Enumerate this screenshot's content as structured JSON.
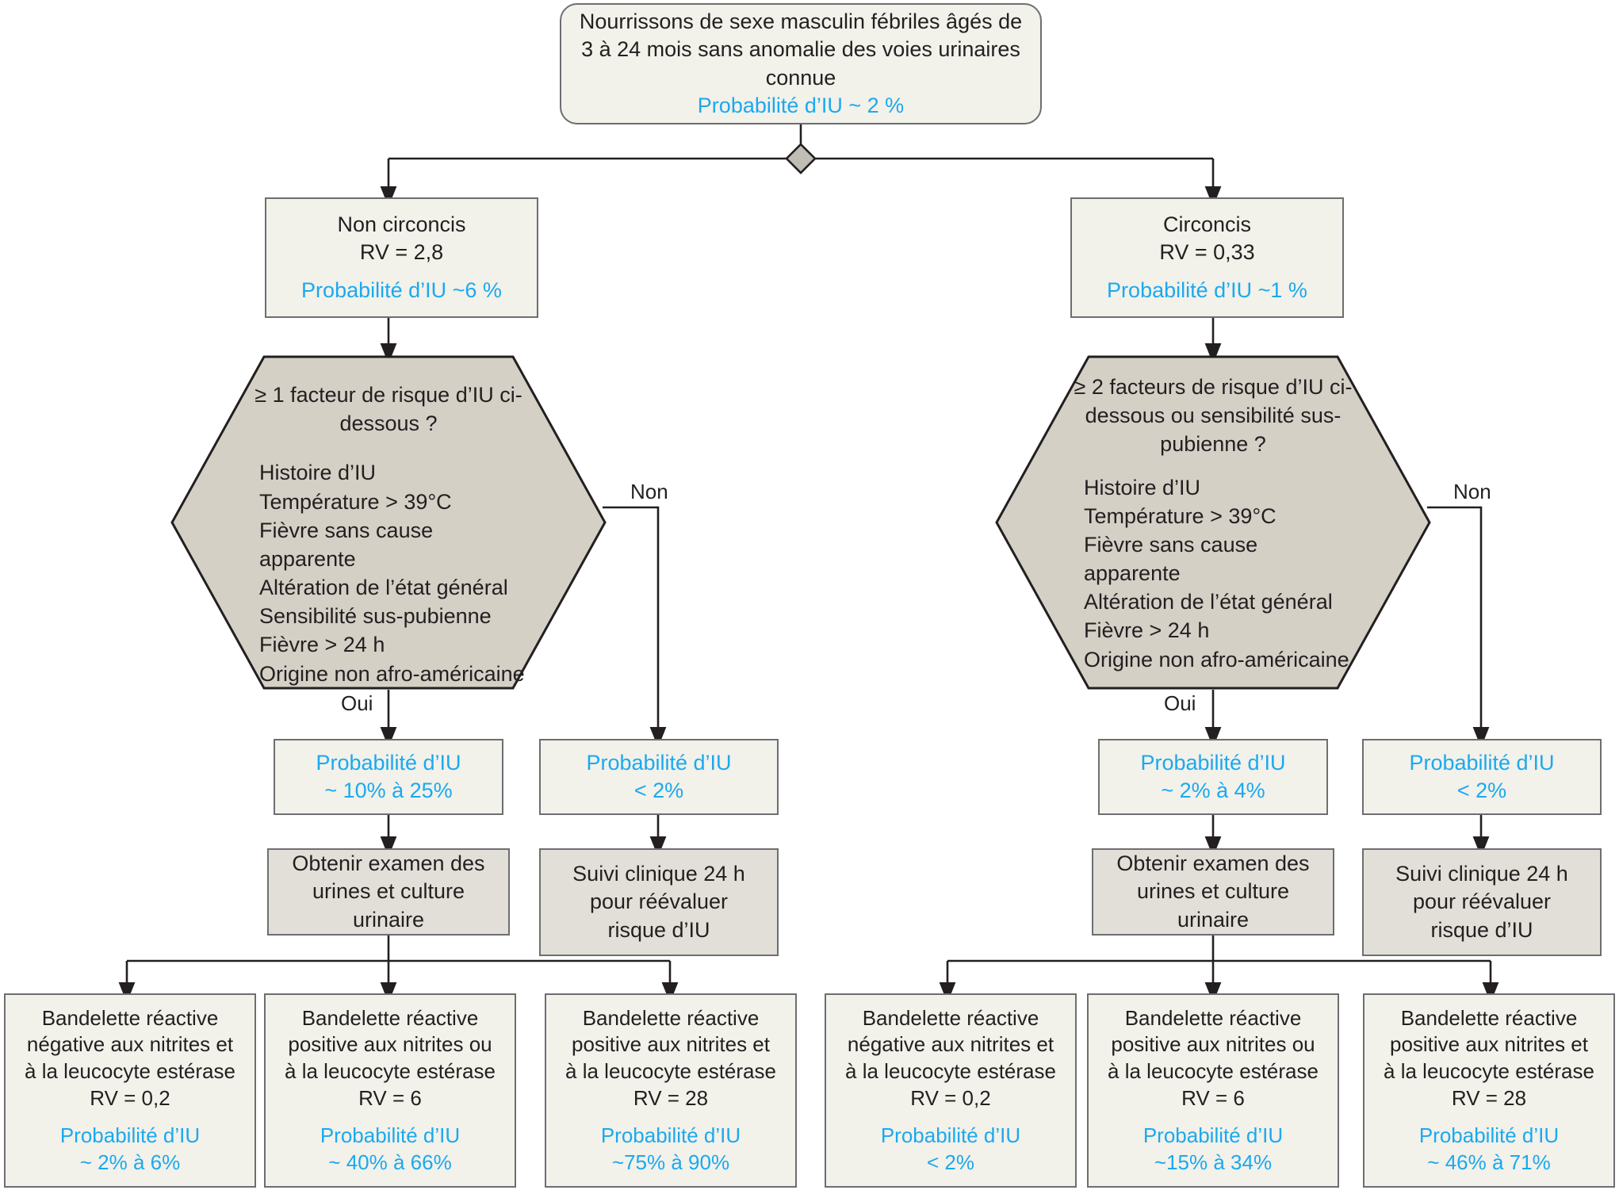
{
  "colors": {
    "accent_blue": "#1ba9ef",
    "node_fill": "#f2f1ea",
    "action_fill": "#e2dfd8",
    "hex_fill": "#d4d0c6",
    "stroke": "#58595b",
    "text": "#231f20"
  },
  "root": {
    "line1": "Nourrissons de sexe masculin fébriles âgés de",
    "line2": "3  à 24 mois sans anomalie des voies urinaires",
    "line3": "connue",
    "probability": "Probabilité d’IU ~ 2 %"
  },
  "branches": {
    "left": {
      "title": "Non circoncis",
      "rv": "RV = 2,8",
      "probability": "Probabilité d’IU ~6 %"
    },
    "right": {
      "title": "Circoncis",
      "rv": "RV = 0,33",
      "probability": "Probabilité d’IU ~1 %"
    }
  },
  "decisions": {
    "left": {
      "question_line1": "≥ 1 facteur de risque",
      "question_line2": "d’IU ci-dessous ?",
      "factors": [
        "Histoire d’IU",
        "Température > 39°C",
        "Fièvre sans cause apparente",
        "Altération de l’état général",
        "Sensibilité sus-pubienne",
        "Fièvre > 24 h",
        "Origine non afro-américaine"
      ],
      "yes_label": "Oui",
      "no_label": "Non"
    },
    "right": {
      "question_line1": "≥  2 facteurs de risque d’IU",
      "question_line2": "ci-dessous ou sensibilité",
      "question_line3": "sus-pubienne ?",
      "factors": [
        "Histoire d’IU",
        "Température > 39°C",
        "Fièvre sans cause apparente",
        "Altération de l’état général",
        "Fièvre > 24 h",
        "Origine non afro-américaine"
      ],
      "yes_label": "Oui",
      "no_label": "Non"
    }
  },
  "outcomes": {
    "left_yes": {
      "label": "Probabilité d’IU",
      "value": "~ 10% à 25%"
    },
    "left_no": {
      "label": "Probabilité d’IU",
      "value": "< 2%"
    },
    "right_yes": {
      "label": "Probabilité d’IU",
      "value": "~ 2% à 4%"
    },
    "right_no": {
      "label": "Probabilité d’IU",
      "value": "< 2%"
    }
  },
  "actions": {
    "left_test": {
      "line1": "Obtenir examen des",
      "line2": "urines et culture urinaire"
    },
    "left_followup": {
      "line1": "Suivi clinique 24 h",
      "line2": "pour réévaluer",
      "line3": "risque d’IU"
    },
    "right_test": {
      "line1": "Obtenir examen des",
      "line2": "urines et culture urinaire"
    },
    "right_followup": {
      "line1": "Suivi clinique 24 h",
      "line2": "pour réévaluer",
      "line3": "risque d’IU"
    }
  },
  "results": {
    "l1": {
      "line1": "Bandelette réactive",
      "line2": "négative aux nitrites et",
      "line3": "à la leucocyte estérase",
      "rv": "RV = 0,2",
      "prob_label": "Probabilité d’IU",
      "prob_value": "~ 2% à 6%"
    },
    "l2": {
      "line1": "Bandelette réactive",
      "line2": "positive aux nitrites ou",
      "line3": "à la leucocyte estérase",
      "rv": "RV = 6",
      "prob_label": "Probabilité d’IU",
      "prob_value": "~ 40% à 66%"
    },
    "l3": {
      "line1": "Bandelette réactive",
      "line2": "positive aux nitrites et",
      "line3": "à la leucocyte estérase",
      "rv": "RV = 28",
      "prob_label": "Probabilité d’IU",
      "prob_value": "~75% à 90%"
    },
    "r1": {
      "line1": "Bandelette réactive",
      "line2": "négative aux nitrites et",
      "line3": "à la leucocyte estérase",
      "rv": "RV = 0,2",
      "prob_label": "Probabilité d’IU",
      "prob_value": "< 2%"
    },
    "r2": {
      "line1": "Bandelette réactive",
      "line2": "positive aux nitrites ou",
      "line3": "à la leucocyte estérase",
      "rv": "RV = 6",
      "prob_label": "Probabilité d’IU",
      "prob_value": "~15% à 34%"
    },
    "r3": {
      "line1": "Bandelette réactive",
      "line2": "positive aux nitrites et",
      "line3": "à la leucocyte estérase",
      "rv": "RV = 28",
      "prob_label": "Probabilité d’IU",
      "prob_value": "~ 46% à 71%"
    }
  }
}
